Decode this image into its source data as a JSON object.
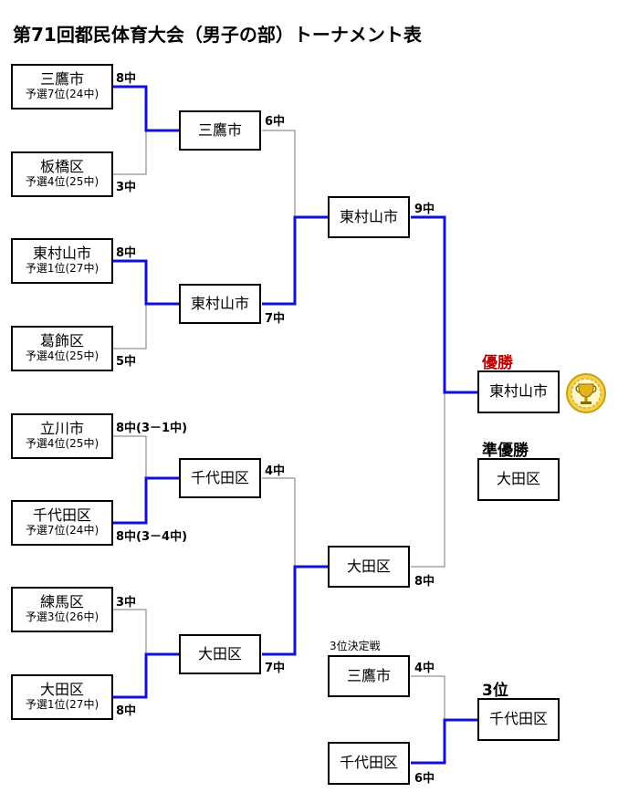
{
  "title": "第71回都民体育大会（男子の部）トーナメント表",
  "colors": {
    "win": "#1010d8",
    "normal": "#777777",
    "champion_label": "#c00000"
  },
  "first_round": [
    {
      "name": "三鷹市",
      "sub": "予選7位(24中)",
      "score": "8中"
    },
    {
      "name": "板橋区",
      "sub": "予選4位(25中)",
      "score": "3中"
    },
    {
      "name": "東村山市",
      "sub": "予選1位(27中)",
      "score": "8中"
    },
    {
      "name": "葛飾区",
      "sub": "予選4位(25中)",
      "score": "5中"
    },
    {
      "name": "立川市",
      "sub": "予選4位(25中)",
      "score": "8中(3－1中)"
    },
    {
      "name": "千代田区",
      "sub": "予選7位(24中)",
      "score": "8中(3－4中)"
    },
    {
      "name": "練馬区",
      "sub": "予選3位(26中)",
      "score": "3中"
    },
    {
      "name": "大田区",
      "sub": "予選1位(27中)",
      "score": "8中"
    }
  ],
  "quarter": [
    {
      "name": "三鷹市",
      "score": "6中"
    },
    {
      "name": "東村山市",
      "score": "7中"
    },
    {
      "name": "千代田区",
      "score": "4中"
    },
    {
      "name": "大田区",
      "score": "7中"
    }
  ],
  "semi": [
    {
      "name": "東村山市",
      "score": "9中"
    },
    {
      "name": "大田区",
      "score": "8中"
    }
  ],
  "champion": {
    "label": "優勝",
    "name": "東村山市",
    "icon": "trophy-icon"
  },
  "runner_up": {
    "label": "準優勝",
    "name": "大田区"
  },
  "third_place_match": {
    "label": "3位決定戦",
    "teams": [
      {
        "name": "三鷹市",
        "score": "4中"
      },
      {
        "name": "千代田区",
        "score": "6中"
      }
    ],
    "result_label": "3位",
    "result_name": "千代田区"
  }
}
